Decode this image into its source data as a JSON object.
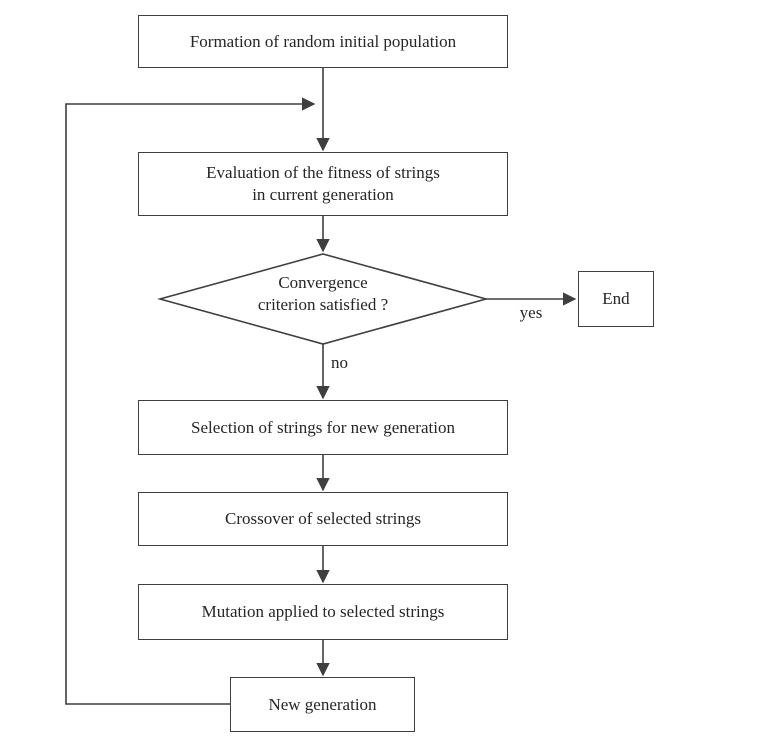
{
  "colors": {
    "background": "#ffffff",
    "line": "#3f3f3f",
    "text": "#262626"
  },
  "flowchart": {
    "type": "flowchart",
    "nodes": {
      "formation": {
        "shape": "rect",
        "label": "Formation of random initial population"
      },
      "evaluation": {
        "shape": "rect",
        "label_line1": "Evaluation of the fitness of strings",
        "label_line2": "in current generation"
      },
      "convergence": {
        "shape": "diamond",
        "label_line1": "Convergence",
        "label_line2": "criterion satisfied ?"
      },
      "end": {
        "shape": "rect",
        "label": "End"
      },
      "selection": {
        "shape": "rect",
        "label": "Selection of strings for new generation"
      },
      "crossover": {
        "shape": "rect",
        "label": "Crossover of selected strings"
      },
      "mutation": {
        "shape": "rect",
        "label": "Mutation applied to selected strings"
      },
      "new_generation": {
        "shape": "rect",
        "label": "New generation"
      }
    },
    "edges": [
      {
        "from": "formation",
        "to": "evaluation",
        "label": ""
      },
      {
        "from": "evaluation",
        "to": "convergence",
        "label": ""
      },
      {
        "from": "convergence",
        "to": "end",
        "label": "yes"
      },
      {
        "from": "convergence",
        "to": "selection",
        "label": "no"
      },
      {
        "from": "selection",
        "to": "crossover",
        "label": ""
      },
      {
        "from": "crossover",
        "to": "mutation",
        "label": ""
      },
      {
        "from": "mutation",
        "to": "new_generation",
        "label": ""
      },
      {
        "from": "new_generation",
        "to": "evaluation",
        "label": "",
        "type": "feedback-loop"
      }
    ],
    "edge_labels": {
      "yes": "yes",
      "no": "no"
    }
  }
}
